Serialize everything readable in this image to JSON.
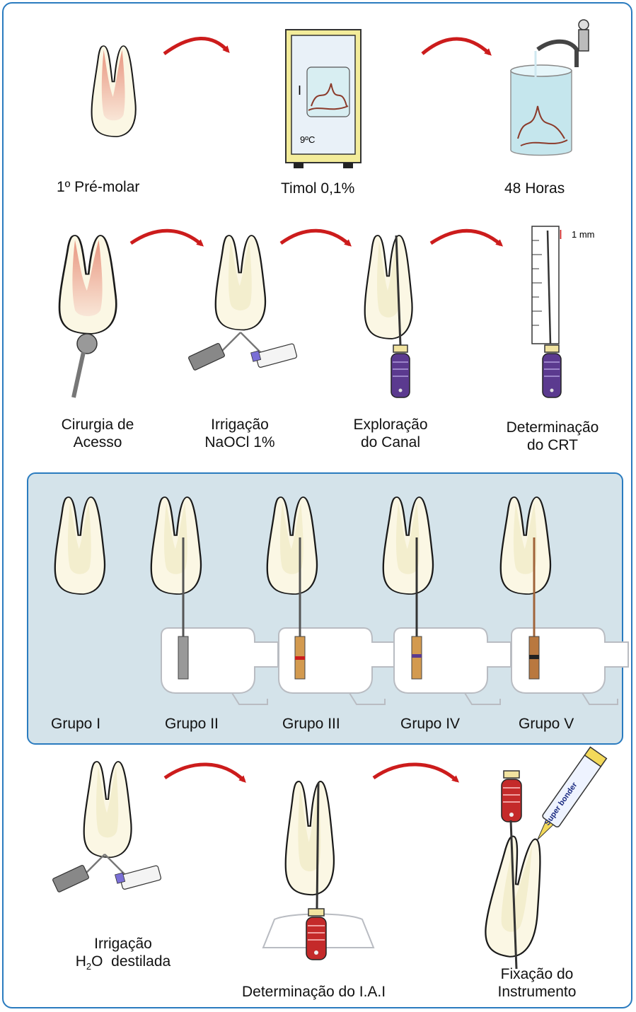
{
  "row1": {
    "premolar": "1º Pré-molar",
    "timol": "Timol 0,1%",
    "horas": "48 Horas",
    "fridge_temp": "9ºC",
    "fridge_mark": "I"
  },
  "row2": {
    "cirurgia_1": "Cirurgia de",
    "cirurgia_2": "Acesso",
    "irrigacao_1": "Irrigação",
    "irrigacao_2": "NaOCl 1%",
    "exploracao_1": "Exploração",
    "exploracao_2": "do Canal",
    "determinacao_1": "Determinação",
    "determinacao_2": "do CRT",
    "ruler_mark": "I",
    "ruler_label": "1 mm"
  },
  "groups": [
    "Grupo I",
    "Grupo II",
    "Grupo III",
    "Grupo IV",
    "Grupo V"
  ],
  "row4": {
    "irrig_1": "Irrigação",
    "irrig_h": "H",
    "irrig_sub": "2",
    "irrig_rest": "O  destilada",
    "iai": "Determinação do I.A.I",
    "fix_1": "Fixação do",
    "fix_2": "Instrumento",
    "tube_label": "Super bonder"
  },
  "colors": {
    "border": "#2a7bbf",
    "panel": "#d4e3ea",
    "arrow": "#cc1c1c",
    "tooth": "#fbf7e4",
    "pulp": "#e9a79a",
    "handle_purple": "#5b3a8f",
    "handle_red": "#c42a2a",
    "fridge": "#f3ec9a"
  }
}
